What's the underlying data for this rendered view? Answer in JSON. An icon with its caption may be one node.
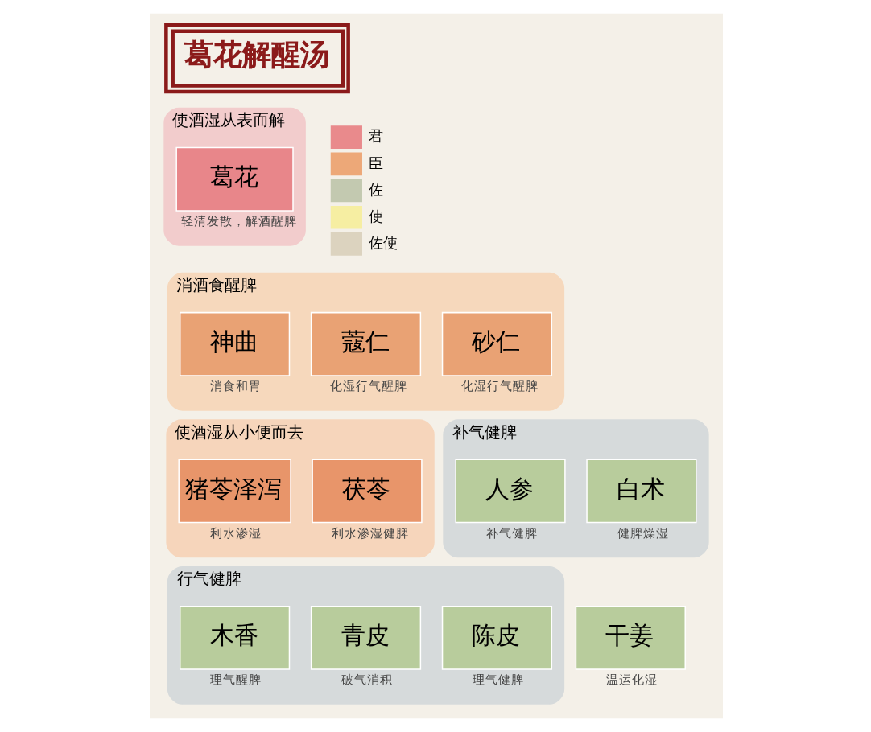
{
  "diagram": {
    "title": "葛花解醒汤",
    "nodes": [
      {
        "text": [
          "使酒湿从表而解"
        ]
      },
      {
        "text": [
          "葛花"
        ],
        "in": 0,
        "beside": [
          "轻清发散，解酒醒脾"
        ]
      },
      {
        "text": [
          "消酒食醒脾"
        ]
      },
      {
        "text": [
          "神曲"
        ],
        "in": 2,
        "beside": [
          "消食和胃"
        ]
      },
      {
        "text": [
          "蔻仁"
        ],
        "in": 2,
        "beside": [
          "化湿行气醒脾"
        ]
      },
      {
        "text": [
          "砂仁"
        ],
        "in": 2,
        "beside": [
          "化湿行气醒脾"
        ]
      },
      {
        "text": [
          "使酒湿从小便而去"
        ]
      },
      {
        "text": [
          "猪苓泽泻"
        ],
        "in": 6,
        "beside": [
          "利水渗湿"
        ]
      },
      {
        "text": [
          "茯苓"
        ],
        "in": 6,
        "beside": [
          "利水渗湿健脾"
        ]
      },
      {
        "text": [
          "补气健脾"
        ]
      },
      {
        "text": [
          "人参"
        ],
        "in": 9,
        "beside": [
          "补气健脾"
        ]
      },
      {
        "text": [
          "白术"
        ],
        "in": 9,
        "beside": [
          "健脾燥湿"
        ]
      },
      {
        "text": [
          "行气健脾"
        ]
      },
      {
        "text": [
          "木香"
        ],
        "in": 12,
        "beside": [
          "理气醒脾"
        ]
      },
      {
        "text": [
          "青皮"
        ],
        "in": 12,
        "beside": [
          "破气消积"
        ]
      },
      {
        "text": [
          "陈皮"
        ],
        "in": 12,
        "beside": [
          "理气健脾"
        ]
      },
      {
        "text": [
          "干姜"
        ],
        "beside": [
          "温运化湿"
        ]
      }
    ],
    "edges": [],
    "legend": [
      {
        "text": "君",
        "color": "#e98a8c"
      },
      {
        "text": "臣",
        "color": "#eda878"
      },
      {
        "text": "佐",
        "color": "#c3c9b0"
      },
      {
        "text": "使",
        "color": "#f6eea2"
      },
      {
        "text": "佐使",
        "color": "#dcd3bf"
      }
    ]
  }
}
